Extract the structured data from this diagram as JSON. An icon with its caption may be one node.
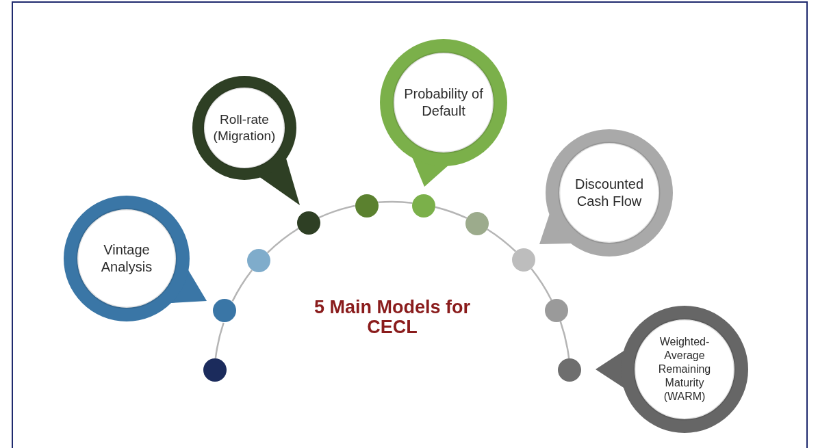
{
  "diagram": {
    "title": "5 Main Models for CECL",
    "nodes": [
      {
        "text": [
          "Vintage Analysis"
        ]
      },
      {
        "text": [
          "Roll-rate (Migration)"
        ]
      },
      {
        "text": [
          "Probability of Default"
        ]
      },
      {
        "text": [
          "Discounted Cash Flow"
        ]
      },
      {
        "text": [
          "Weighted-Average Remaining Maturity (WARM)"
        ]
      },
      {
        "text": [],
        "shape": "circle"
      },
      {
        "text": [],
        "shape": "circle"
      },
      {
        "text": [],
        "shape": "circle"
      },
      {
        "text": [],
        "shape": "circle"
      },
      {
        "text": [],
        "shape": "circle"
      },
      {
        "text": [],
        "shape": "circle"
      },
      {
        "text": [],
        "shape": "circle"
      },
      {
        "text": [],
        "shape": "circle"
      },
      {
        "text": [],
        "shape": "circle"
      },
      {
        "text": [],
        "shape": "circle"
      }
    ],
    "edges": [
      {
        "from": 5,
        "to": 6,
        "arrow": "none"
      },
      {
        "from": 6,
        "to": 7,
        "arrow": "none"
      },
      {
        "from": 7,
        "to": 8,
        "arrow": "none"
      },
      {
        "from": 8,
        "to": 9,
        "arrow": "none"
      },
      {
        "from": 9,
        "to": 10,
        "arrow": "none"
      },
      {
        "from": 10,
        "to": 11,
        "arrow": "none"
      },
      {
        "from": 11,
        "to": 12,
        "arrow": "none"
      },
      {
        "from": 12,
        "to": 13,
        "arrow": "none"
      },
      {
        "from": 13,
        "to": 14,
        "arrow": "none"
      }
    ]
  }
}
